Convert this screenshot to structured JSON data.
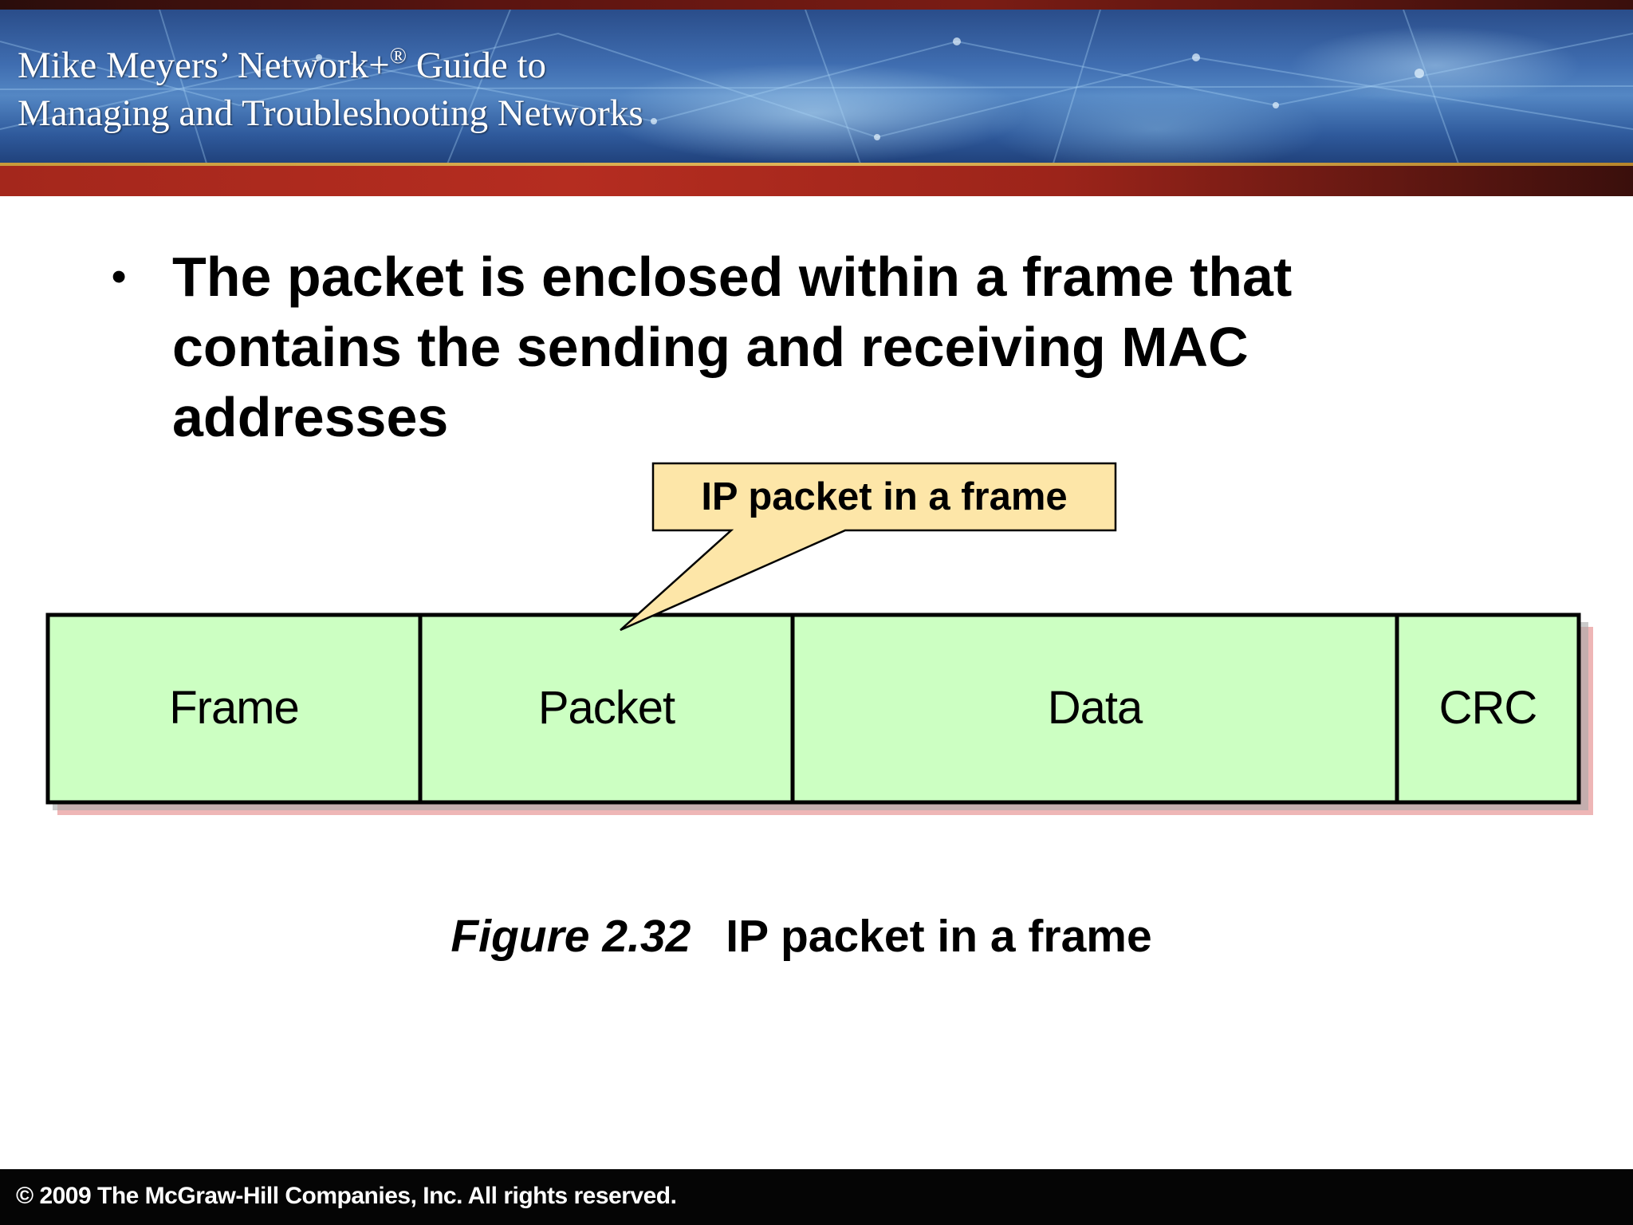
{
  "header": {
    "title_line1": "Mike Meyers’ Network+",
    "title_registered": "®",
    "title_line1_rest": " Guide to",
    "title_line2": "Managing and Troubleshooting Networks"
  },
  "bullet": {
    "symbol": "•",
    "text": "The packet is enclosed within a frame that contains the sending and receiving MAC addresses"
  },
  "diagram": {
    "callout": "IP packet in a frame",
    "segments": [
      "Frame",
      "Packet",
      "Data",
      "CRC"
    ],
    "colors": {
      "segment_fill": "#ccffc2",
      "callout_fill": "#fde6a8",
      "shadow": "#e07a7a",
      "outline": "#000000"
    }
  },
  "caption": {
    "figure_number": "Figure 2.32",
    "figure_title": "IP packet in a frame"
  },
  "footer": {
    "copyright": "© 2009 The McGraw-Hill Companies, Inc. All rights reserved."
  }
}
